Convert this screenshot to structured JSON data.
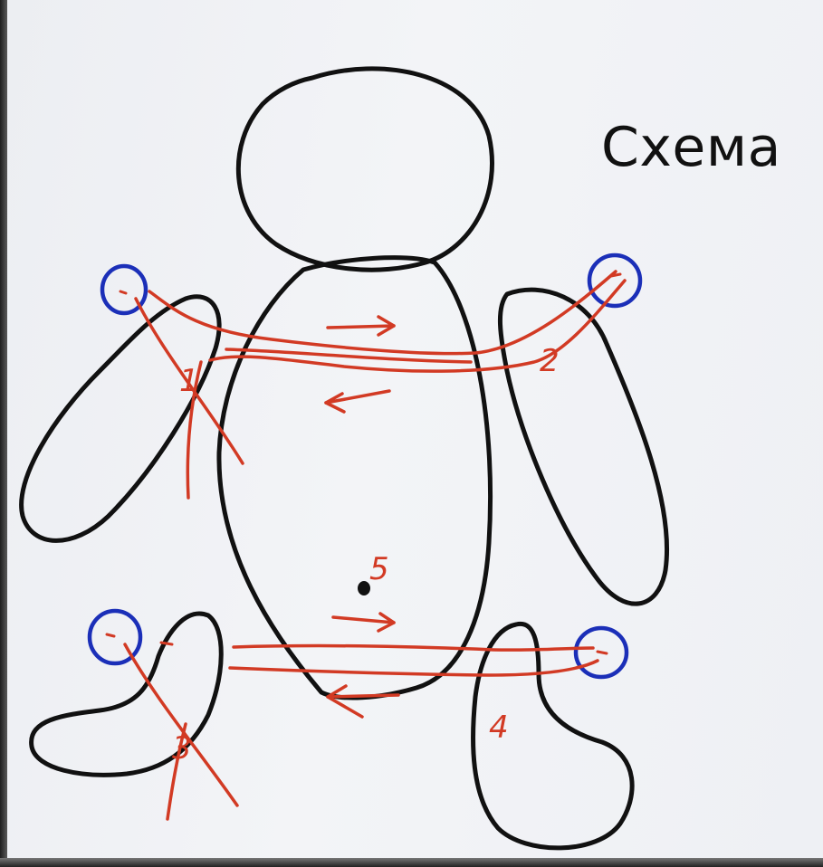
{
  "diagram": {
    "title": "Схема",
    "numbers": [
      "1",
      "2",
      "3",
      "4",
      "5"
    ]
  },
  "colors": {
    "outline": "#111111",
    "path": "#d23a24",
    "point_circle": "#1b2fb8",
    "paper": "#f0f1f5"
  }
}
